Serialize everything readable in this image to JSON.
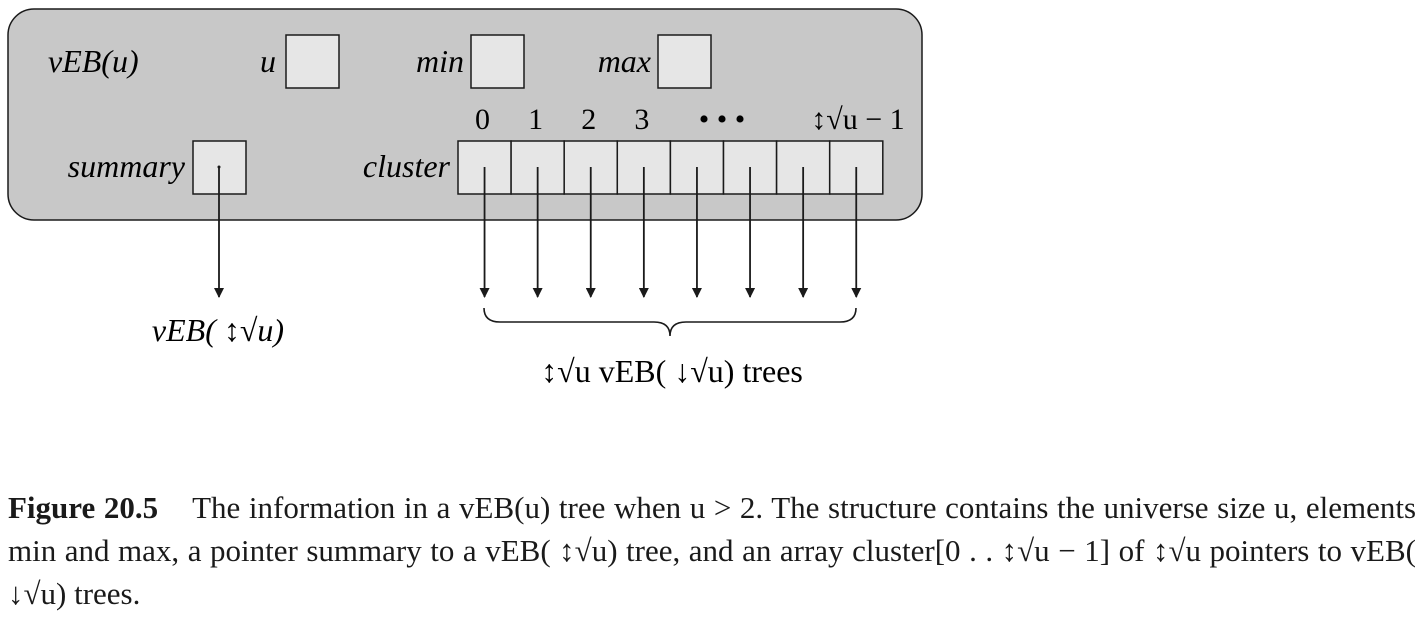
{
  "diagram": {
    "struct_name": "vEB(u)",
    "fields": [
      {
        "label": "u"
      },
      {
        "label": "min"
      },
      {
        "label": "max"
      }
    ],
    "summary_label": "summary",
    "cluster_label": "cluster",
    "cluster_indices": [
      "0",
      "1",
      "2",
      "3",
      "• • •",
      "↕√u − 1"
    ],
    "summary_target": "vEB( ↕√u)",
    "cluster_target": "↕√u vEB( ↓√u) trees",
    "colors": {
      "panel_fill": "#c8c8c8",
      "cell_fill": "#e6e6e6",
      "stroke": "#1a1a1a"
    }
  },
  "caption": {
    "label": "Figure 20.5",
    "text": "The information in a vEB(u) tree when u > 2. The structure contains the universe size u, elements min and max, a pointer summary to a vEB( ↕√u) tree, and an array cluster[0 . . ↕√u − 1] of ↕√u pointers to vEB( ↓√u) trees."
  }
}
